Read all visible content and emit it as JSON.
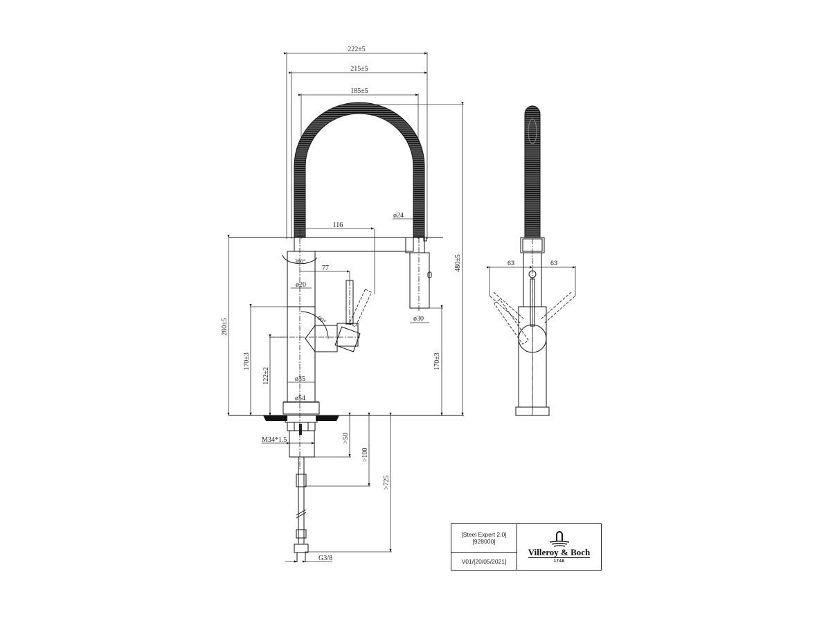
{
  "drawing": {
    "title": "Steel Expert 2.0 technical drawing",
    "front_view": {
      "dimensions": {
        "overall_width": "222±5",
        "spout_width": "215±5",
        "hose_inner_width": "185±5",
        "spout_reach": "116",
        "lever_offset": "77",
        "hose_diameter": "ø24",
        "spray_head_diameter": "ø30",
        "spout_diameter": "ø20",
        "body_diameter": "ø35",
        "base_diameter": "ø54",
        "swivel_angle": "360°",
        "lever_angle": "90°",
        "overall_height": "480±5",
        "spout_height": "280±5",
        "body_height": "170±3",
        "lever_height": "122±2",
        "spray_outlet_height": "170±3",
        "thread": "M34*1.5",
        "min_below_deck_1": ">50",
        "min_below_deck_2": ">100",
        "min_below_deck_3": ">725",
        "connection": "G3/8"
      }
    },
    "side_view": {
      "dimensions": {
        "lever_left": "63",
        "lever_right": "63"
      }
    }
  },
  "title_block": {
    "product": "[Steel Expert 2.0]",
    "article_number": "[928000]",
    "version": "V01/[20/05/2021]",
    "brand": "Villeroy & Boch",
    "brand_year": "1748",
    "logo_icon": "faucet-logo-icon"
  }
}
